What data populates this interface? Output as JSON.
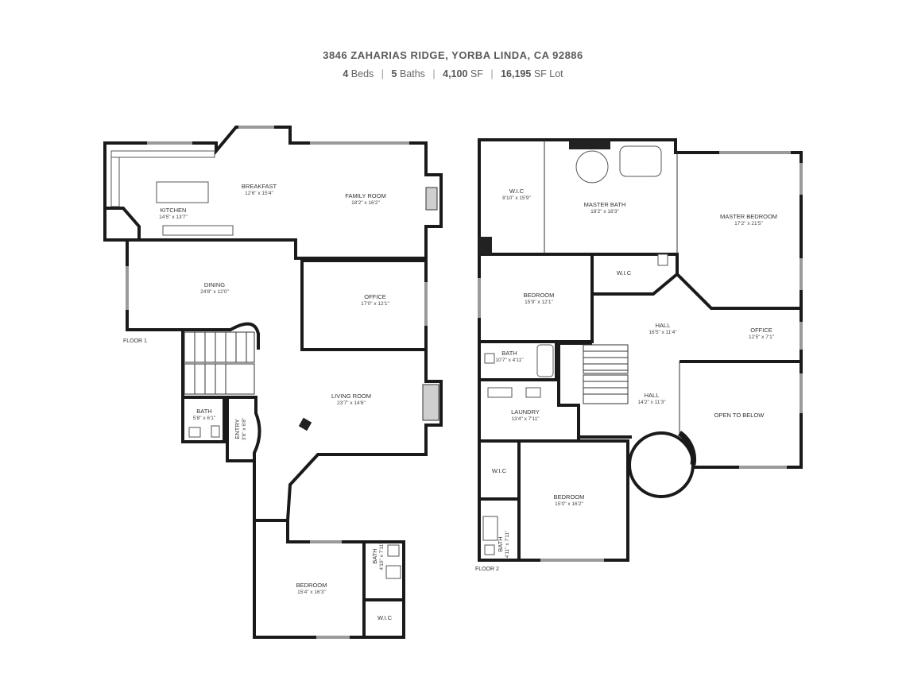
{
  "header": {
    "address": "3846 ZAHARIAS RIDGE, YORBA LINDA, CA 92886",
    "beds_num": "4",
    "beds_label": "Beds",
    "baths_num": "5",
    "baths_label": "Baths",
    "sf_num": "4,100",
    "sf_label": "SF",
    "lot_num": "16,195",
    "lot_label": "SF Lot"
  },
  "floors": {
    "floor1": "FLOOR 1",
    "floor2": "FLOOR 2"
  },
  "rooms": {
    "kitchen": {
      "name": "KITCHEN",
      "dims": "14'5\" x 13'7\""
    },
    "breakfast": {
      "name": "BREAKFAST",
      "dims": "12'6\" x 15'4\""
    },
    "family": {
      "name": "FAMILY ROOM",
      "dims": "18'2\" x 16'2\""
    },
    "dining": {
      "name": "DINING",
      "dims": "24'8\" x 12'0\""
    },
    "office1": {
      "name": "OFFICE",
      "dims": "17'0\" x 12'1\""
    },
    "living": {
      "name": "LIVING ROOM",
      "dims": "23'7\" x 14'6\""
    },
    "bath1": {
      "name": "BATH",
      "dims": "5'8\" x 6'1\""
    },
    "entry": {
      "name": "ENTRY",
      "dims": "3'6\" x 6'8\""
    },
    "bedroom1": {
      "name": "BEDROOM",
      "dims": "15'4\" x 16'3\""
    },
    "bath2": {
      "name": "BATH",
      "dims": "4'10\" x 7'11\""
    },
    "wic1": {
      "name": "W.I.C"
    },
    "wic2": {
      "name": "W.I.C",
      "dims": "8'10\" x 15'9\""
    },
    "masterbath": {
      "name": "MASTER BATH",
      "dims": "18'2\" x 18'3\""
    },
    "masterbed": {
      "name": "MASTER BEDROOM",
      "dims": "17'2\" x 21'5\""
    },
    "bedroom2": {
      "name": "BEDROOM",
      "dims": "15'9\" x 12'1\""
    },
    "wic3": {
      "name": "W.I.C"
    },
    "hall1": {
      "name": "HALL",
      "dims": "16'5\" x 11'4\""
    },
    "office2": {
      "name": "OFFICE",
      "dims": "12'5\" x 7'1\""
    },
    "bath3": {
      "name": "BATH",
      "dims": "10'7\" x 4'11\""
    },
    "hall2": {
      "name": "HALL",
      "dims": "14'2\" x 11'3\""
    },
    "laundry": {
      "name": "LAUNDRY",
      "dims": "13'4\" x 7'11\""
    },
    "open": {
      "name": "OPEN TO BELOW"
    },
    "wic4": {
      "name": "W.I.C"
    },
    "bedroom3": {
      "name": "BEDROOM",
      "dims": "15'0\" x 16'2\""
    },
    "bath4": {
      "name": "BATH",
      "dims": "4'11\" x 7'11\""
    }
  }
}
